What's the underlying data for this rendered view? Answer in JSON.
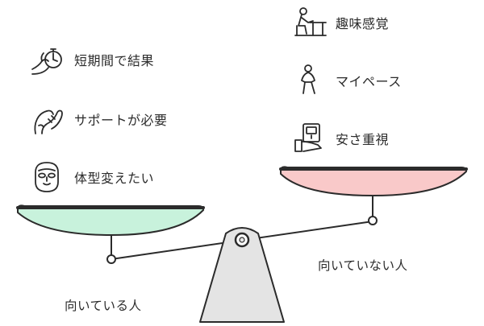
{
  "left_side": {
    "caption": "向いている人",
    "items": [
      {
        "icon": "stopwatch-hand-icon",
        "label": "短期間で結果"
      },
      {
        "icon": "supporting-hands-icon",
        "label": "サポートが必要"
      },
      {
        "icon": "face-mask-icon",
        "label": "体型変えたい"
      }
    ]
  },
  "right_side": {
    "caption": "向いていない人",
    "items": [
      {
        "icon": "person-at-desk-icon",
        "label": "趣味感覚"
      },
      {
        "icon": "walking-person-icon",
        "label": "マイペース"
      },
      {
        "icon": "safe-box-icon",
        "label": "安さ重視"
      }
    ]
  },
  "colors": {
    "left_pan": "#c8f2dc",
    "right_pan": "#f9c9c9",
    "fulcrum": "#e4e4e4",
    "stroke": "#2b2b2b"
  }
}
